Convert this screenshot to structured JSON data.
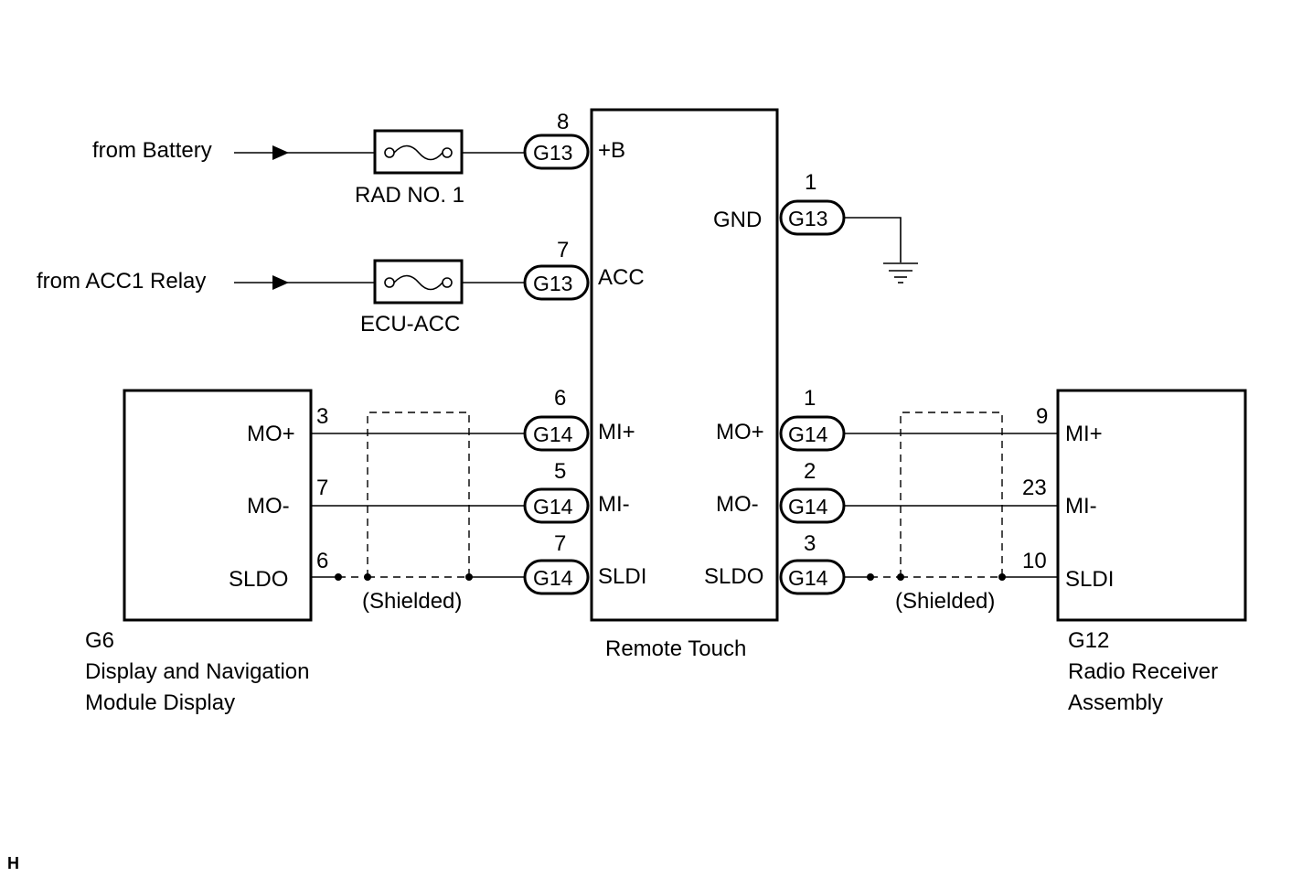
{
  "sources": {
    "battery": "from Battery",
    "acc1": "from ACC1 Relay"
  },
  "fuses": {
    "rad": "RAD NO. 1",
    "ecu": "ECU-ACC"
  },
  "remote_touch": {
    "name": "Remote Touch",
    "pins_left": [
      {
        "num": "8",
        "conn": "G13",
        "label": "+B"
      },
      {
        "num": "7",
        "conn": "G13",
        "label": "ACC"
      },
      {
        "num": "6",
        "conn": "G14",
        "label": "MI+"
      },
      {
        "num": "5",
        "conn": "G14",
        "label": "MI-"
      },
      {
        "num": "7",
        "conn": "G14",
        "label": "SLDI"
      }
    ],
    "pins_right": [
      {
        "num": "1",
        "conn": "G13",
        "label": "GND"
      },
      {
        "num": "1",
        "conn": "G14",
        "label": "MO+"
      },
      {
        "num": "2",
        "conn": "G14",
        "label": "MO-"
      },
      {
        "num": "3",
        "conn": "G14",
        "label": "SLDO"
      }
    ]
  },
  "display_module": {
    "code": "G6",
    "name_line1": "Display and Navigation",
    "name_line2": "Module Display",
    "pins": [
      {
        "num": "3",
        "label": "MO+"
      },
      {
        "num": "7",
        "label": "MO-"
      },
      {
        "num": "6",
        "label": "SLDO"
      }
    ]
  },
  "radio_receiver": {
    "code": "G12",
    "name_line1": "Radio Receiver",
    "name_line2": "Assembly",
    "pins": [
      {
        "num": "9",
        "label": "MI+"
      },
      {
        "num": "23",
        "label": "MI-"
      },
      {
        "num": "10",
        "label": "SLDI"
      }
    ]
  },
  "shielded_label": "(Shielded)",
  "corner_mark": "H"
}
